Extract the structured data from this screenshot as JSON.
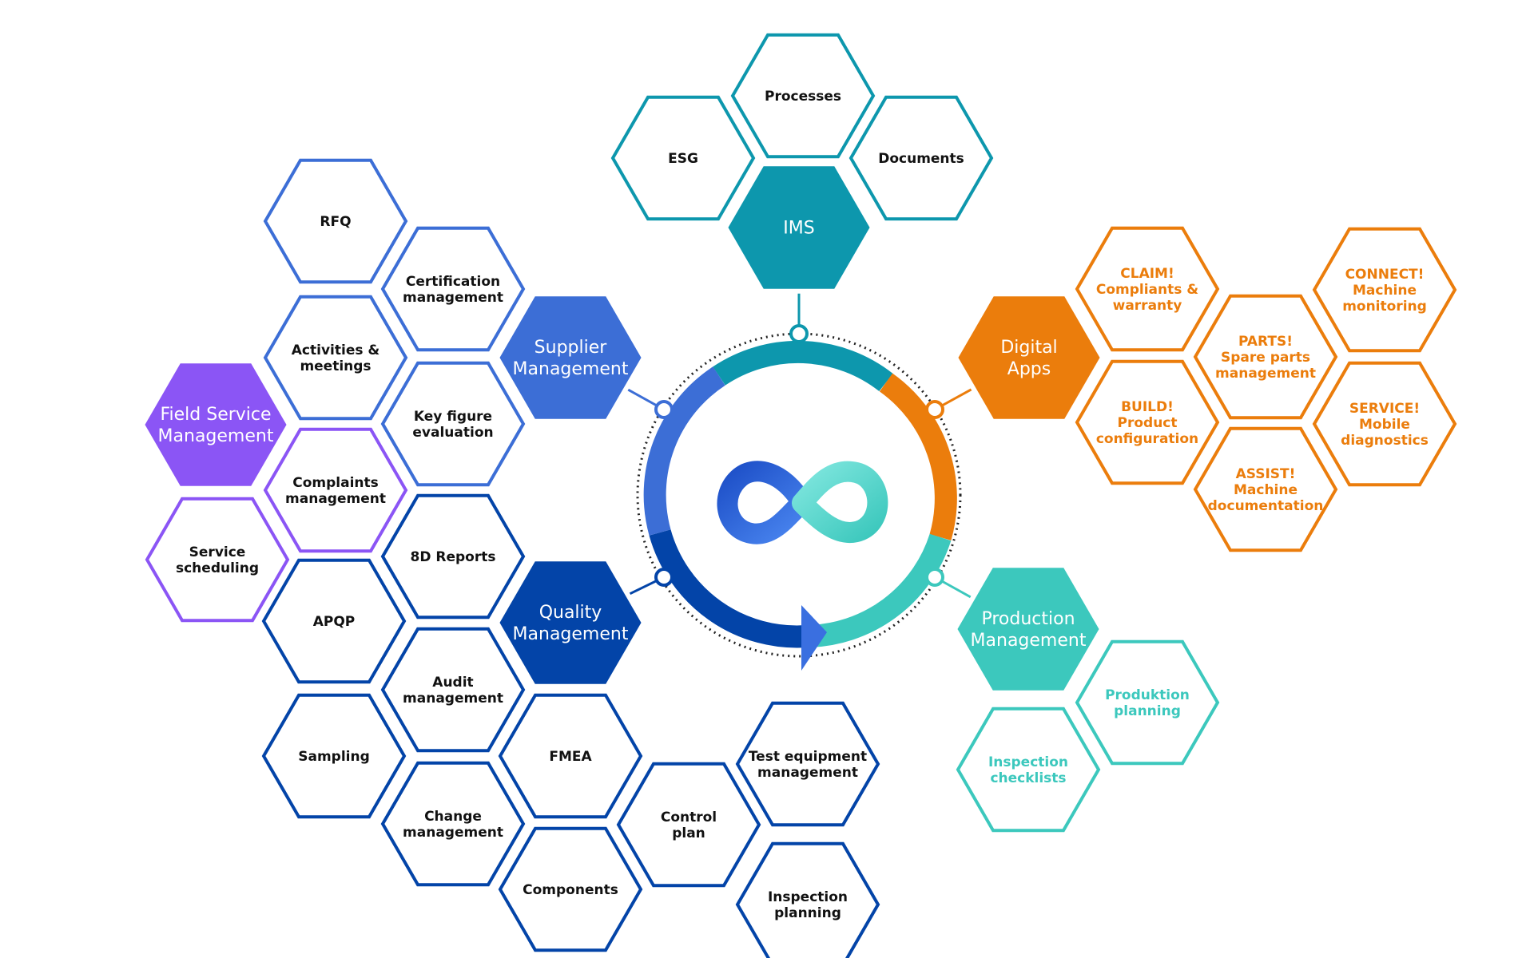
{
  "colors": {
    "ims": "#0D97AD",
    "digital": "#EB7D0C",
    "production": "#3CC8BD",
    "quality": "#0344A8",
    "supplier": "#3C6ED6",
    "field": "#8B55F5",
    "ring_dotted": "#222222",
    "arrow": "#3A6FE0"
  },
  "center_icon": "infinity-icon",
  "groups": {
    "ims": {
      "hub": [
        "IMS"
      ],
      "items": [
        [
          "Processes"
        ],
        [
          "ESG"
        ],
        [
          "Documents"
        ]
      ]
    },
    "digital": {
      "hub": [
        "Digital",
        "Apps"
      ],
      "items": [
        [
          "CLAIM!",
          "Compliants &",
          "warranty"
        ],
        [
          "PARTS!",
          "Spare parts",
          "management"
        ],
        [
          "CONNECT!",
          "Machine",
          "monitoring"
        ],
        [
          "BUILD!",
          "Product",
          "configuration"
        ],
        [
          "SERVICE!",
          "Mobile",
          "diagnostics"
        ],
        [
          "ASSIST!",
          "Machine",
          "documentation"
        ]
      ]
    },
    "production": {
      "hub": [
        "Production",
        "Management"
      ],
      "items": [
        [
          "Produktion",
          "planning"
        ],
        [
          "Inspection",
          "checklists"
        ]
      ]
    },
    "supplier": {
      "hub": [
        "Supplier",
        "Management"
      ],
      "items": [
        [
          "RFQ"
        ],
        [
          "Certification",
          "management"
        ],
        [
          "Activities &",
          "meetings"
        ],
        [
          "Key figure",
          "evaluation"
        ]
      ]
    },
    "field": {
      "hub": [
        "Field Service",
        "Management"
      ],
      "items": [
        [
          "Complaints",
          "management"
        ],
        [
          "Service",
          "scheduling"
        ]
      ]
    },
    "quality": {
      "hub": [
        "Quality",
        "Management"
      ],
      "items": [
        [
          "8D Reports"
        ],
        [
          "APQP"
        ],
        [
          "Audit",
          "management"
        ],
        [
          "Sampling"
        ],
        [
          "FMEA"
        ],
        [
          "Test equipment",
          "management"
        ],
        [
          "Change",
          "management"
        ],
        [
          "Control",
          "plan"
        ],
        [
          "Components"
        ],
        [
          "Inspection",
          "planning"
        ]
      ]
    }
  }
}
